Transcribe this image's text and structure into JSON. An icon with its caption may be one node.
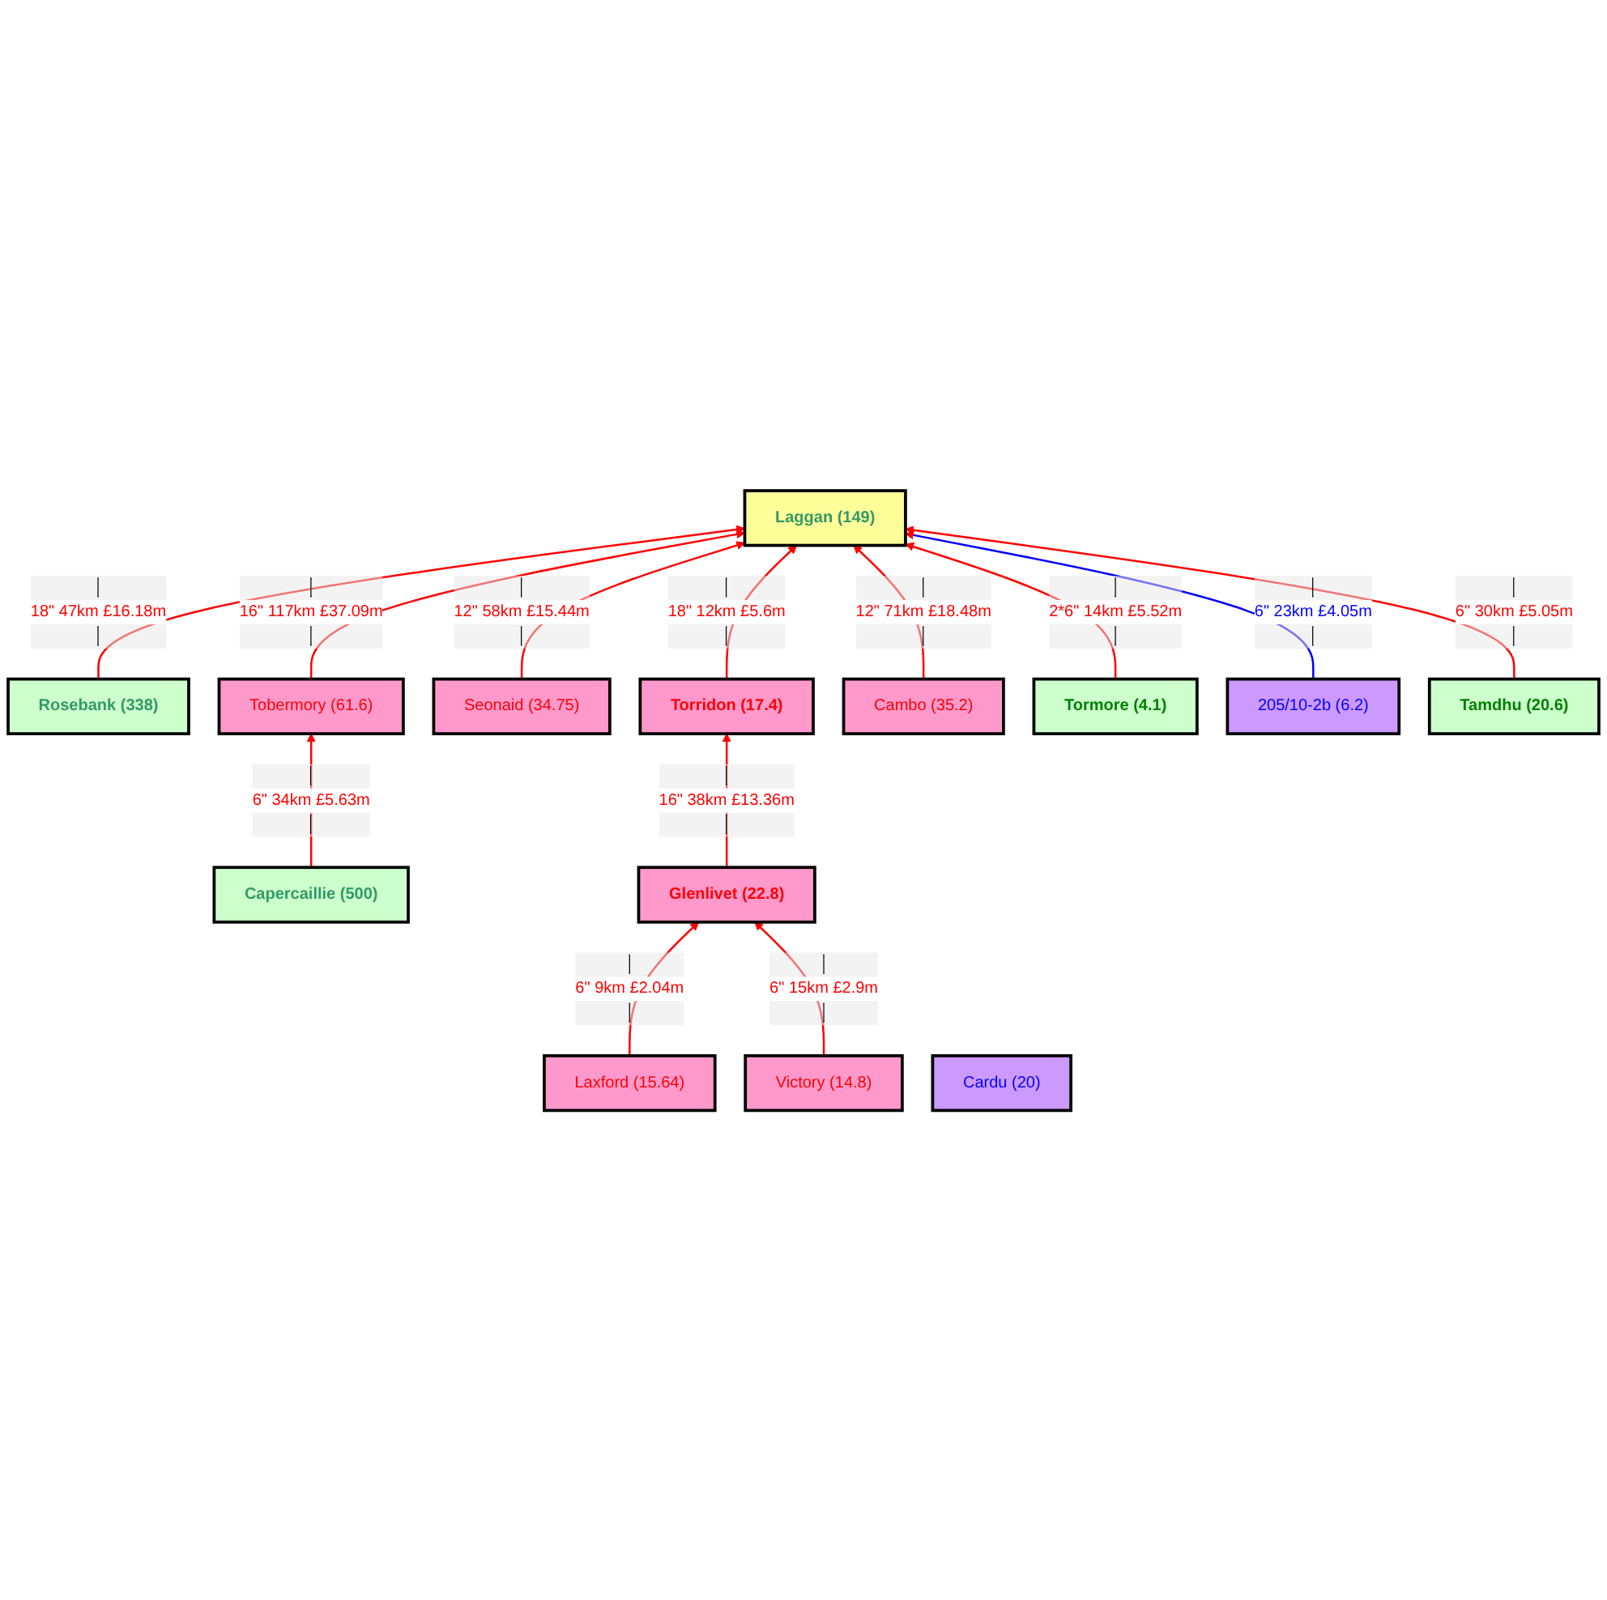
{
  "diagram": {
    "nodes": [
      {
        "text": [
          "Laggan (149)"
        ]
      },
      {
        "text": [
          "Rosebank (338)"
        ]
      },
      {
        "text": [
          "Tobermory (61.6)"
        ]
      },
      {
        "text": [
          "Capercaillie (500)"
        ]
      },
      {
        "text": [
          "Seonaid (34.75)"
        ]
      },
      {
        "text": [
          "Torridon (17.4)"
        ]
      },
      {
        "text": [
          "Glenlivet (22.8)"
        ]
      },
      {
        "text": [
          "Laxford (15.64)"
        ]
      },
      {
        "text": [
          "Cambo (35.2)"
        ]
      },
      {
        "text": [
          "Victory (14.8)"
        ]
      },
      {
        "text": [
          "Tormore (4.1)"
        ]
      },
      {
        "text": [
          "Cardu (20)"
        ]
      },
      {
        "text": [
          "205/10-2b (6.2)"
        ]
      },
      {
        "text": [
          "Tamdhu (20.6)"
        ]
      }
    ],
    "edges": [
      {
        "from": 1,
        "to": 0,
        "arrow": "to",
        "label": "18\" 47km £16.18m"
      },
      {
        "from": 3,
        "to": 2,
        "arrow": "to",
        "label": "6\" 34km £5.63m"
      },
      {
        "from": 2,
        "to": 0,
        "arrow": "to",
        "label": "16\" 117km £37.09m"
      },
      {
        "from": 4,
        "to": 0,
        "arrow": "to",
        "label": "12\" 58km £15.44m"
      },
      {
        "from": 5,
        "to": 0,
        "arrow": "to",
        "label": "18\" 12km £5.6m"
      },
      {
        "from": 7,
        "to": 6,
        "arrow": "to",
        "label": "6\" 9km £2.04m"
      },
      {
        "from": 6,
        "to": 5,
        "arrow": "to",
        "label": "16\" 38km £13.36m"
      },
      {
        "from": 9,
        "to": 6,
        "arrow": "to",
        "label": "6\" 15km £2.9m"
      },
      {
        "from": 8,
        "to": 0,
        "arrow": "to",
        "label": "12\" 71km £18.48m"
      },
      {
        "from": 10,
        "to": 0,
        "arrow": "to",
        "label": "2*6\" 14km £5.52m"
      },
      {
        "from": 12,
        "to": 0,
        "arrow": "to",
        "label": "6\" 23km £4.05m",
        "color": "#0000ff"
      },
      {
        "from": 13,
        "to": 0,
        "arrow": "to",
        "label": "6\" 30km £5.05m"
      }
    ]
  }
}
